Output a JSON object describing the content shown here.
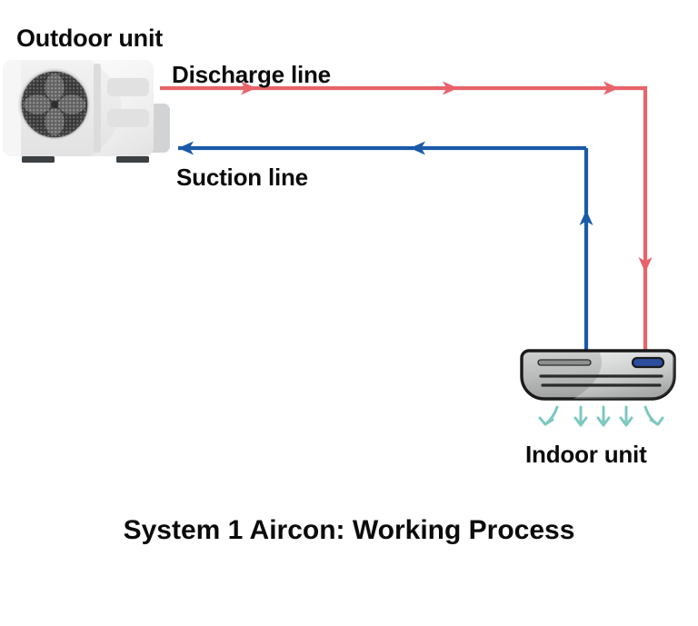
{
  "title": "System 1 Aircon: Working Process",
  "labels": {
    "outdoor_unit": "Outdoor unit",
    "discharge_line": "Discharge line",
    "suction_line": "Suction line",
    "indoor_unit": "Indoor unit"
  },
  "colors": {
    "discharge_line": "#e8636a",
    "suction_line": "#1a5ba8",
    "airflow_arrow": "#7ec8c0",
    "outdoor_body": "#ececed",
    "outdoor_body_shade": "#dcdcdd",
    "outdoor_grille": "#3a3a3a",
    "outdoor_foot": "#3c4043",
    "indoor_body": "#b9bbbb",
    "indoor_outline": "#1a1a1a",
    "indoor_led": "#2d4d9e",
    "text": "#0b0b0b",
    "background": "#ffffff"
  },
  "flow": {
    "discharge_direction": "outdoor-to-indoor",
    "suction_direction": "indoor-to-outdoor",
    "discharge_arrow_count": 3,
    "suction_arrow_count": 3,
    "airflow_arrow_count": 5
  },
  "airflow_arrows": [
    {
      "name": "airflow-arrow-1",
      "style": "curve-left"
    },
    {
      "name": "airflow-arrow-2",
      "style": "straight"
    },
    {
      "name": "airflow-arrow-3",
      "style": "straight"
    },
    {
      "name": "airflow-arrow-4",
      "style": "straight"
    },
    {
      "name": "airflow-arrow-5",
      "style": "curve-right"
    }
  ]
}
